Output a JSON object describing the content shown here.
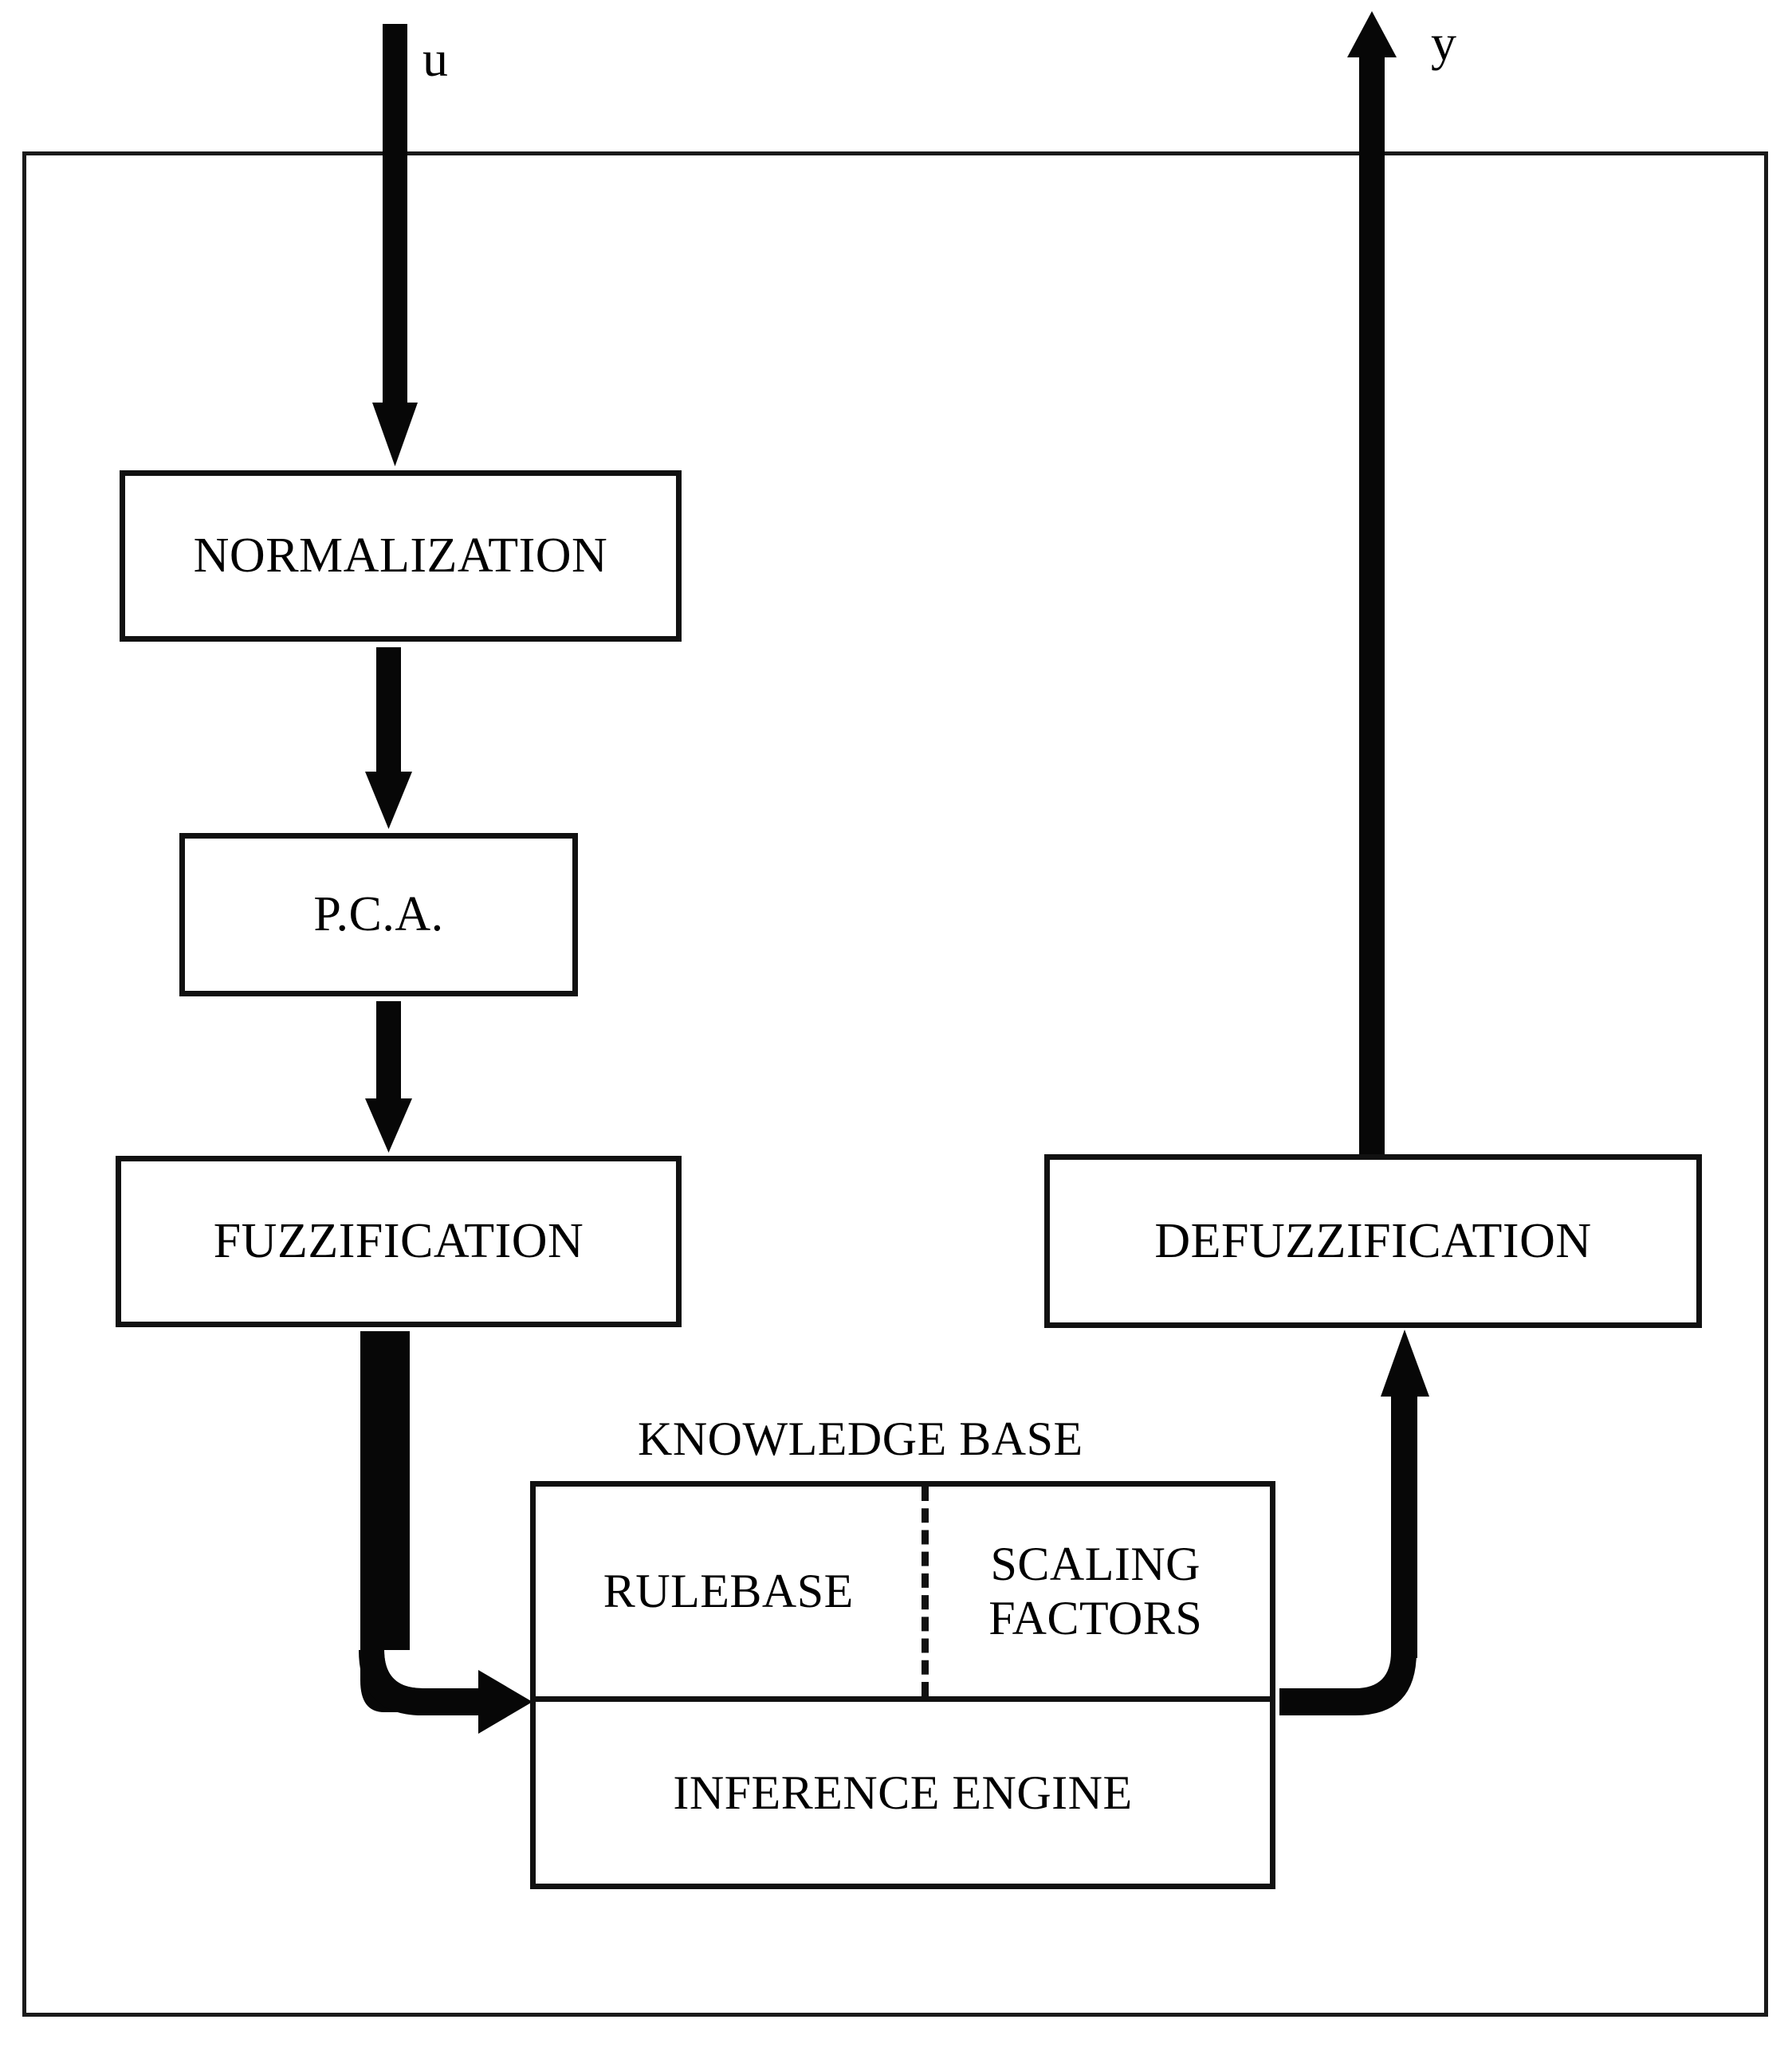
{
  "diagram": {
    "title": "Fuzzy logic controller block diagram",
    "colors": {
      "stroke": "#111111",
      "background": "#ffffff",
      "text": "#000000"
    },
    "signals": {
      "input_label": "u",
      "output_label": "y"
    },
    "blocks": {
      "normalization": "NORMALIZATION",
      "pca": "P.C.A.",
      "fuzzification": "FUZZIFICATION",
      "defuzzification": "DEFUZZIFICATION",
      "knowledge_base_title": "KNOWLEDGE BASE",
      "rulebase": "RULEBASE",
      "scaling_factors": "SCALING\nFACTORS",
      "scaling_factors_line1": "SCALING",
      "scaling_factors_line2": "FACTORS",
      "inference_engine": "INFERENCE ENGINE"
    },
    "connections": [
      {
        "name": "input-to-normalization",
        "from": "u",
        "to": "NORMALIZATION",
        "style": "straight-down-arrow"
      },
      {
        "name": "normalization-to-pca",
        "from": "NORMALIZATION",
        "to": "P.C.A.",
        "style": "straight-down-arrow"
      },
      {
        "name": "pca-to-fuzzification",
        "from": "P.C.A.",
        "to": "FUZZIFICATION",
        "style": "straight-down-arrow"
      },
      {
        "name": "fuzzification-to-knowledge-base",
        "from": "FUZZIFICATION",
        "to": "KNOWLEDGE BASE",
        "style": "elbow-down-right-arrow"
      },
      {
        "name": "knowledge-base-to-defuzzification",
        "from": "KNOWLEDGE BASE",
        "to": "DEFUZZIFICATION",
        "style": "elbow-right-up-arrow"
      },
      {
        "name": "defuzzification-to-output",
        "from": "DEFUZZIFICATION",
        "to": "y",
        "style": "straight-up-arrow"
      }
    ]
  }
}
